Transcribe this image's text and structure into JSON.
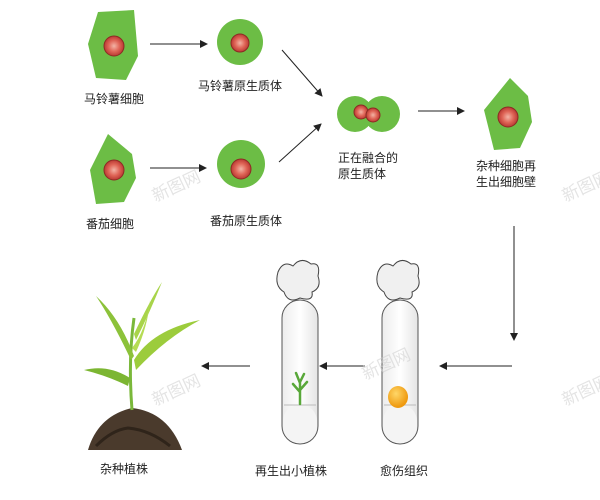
{
  "labels": {
    "potato_cell": "马铃薯细胞",
    "potato_protoplast": "马铃薯原生质体",
    "tomato_cell": "番茄细胞",
    "tomato_protoplast": "番茄原生质体",
    "fusing_line1": "正在融合的",
    "fusing_line2": "原生质体",
    "regen_wall_line1": "杂种细胞再",
    "regen_wall_line2": "生出细胞壁",
    "callus": "愈伤组织",
    "plantlet": "再生出小植株",
    "hybrid_plant": "杂种植株"
  },
  "watermark": "新图网",
  "colors": {
    "cell_green": "#6cbd45",
    "nucleus": "#e05a50",
    "callus": "#f4a51c",
    "soil": "#4a3a2c",
    "leaf": "#9ccc3c",
    "arrow": "#222222"
  }
}
